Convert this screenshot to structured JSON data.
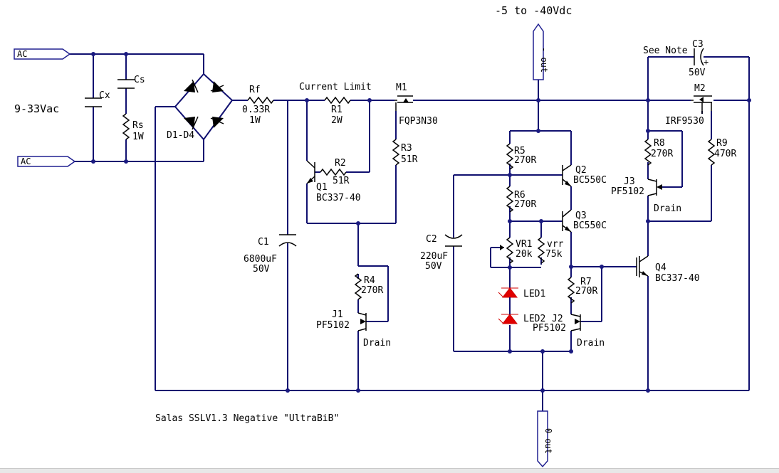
{
  "title": "Salas SSLV1.3 Negative \"UltraBiB\"",
  "supply": {
    "input_voltage": "9-33Vac",
    "output_range": "-5 to -40Vdc",
    "out_minus": "- out",
    "out_zero": "0 out"
  },
  "ports": {
    "ac_top": "AC",
    "ac_bottom": "AC"
  },
  "labels": {
    "current_limit": "Current Limit",
    "see_note": "See Note",
    "drain": "Drain"
  },
  "components": {
    "cx": "Cx",
    "cs": "Cs",
    "rs": "Rs",
    "rs_val": "1W",
    "bridge": "D1-D4",
    "rf": "Rf",
    "rf_val": "0.33R",
    "rf_pow": "1W",
    "c1": "C1",
    "c1_val": "6800uF",
    "c1_volt": "50V",
    "r1": "R1",
    "r1_val": "2W",
    "r2": "R2",
    "r2_val": "51R",
    "q1": "Q1",
    "q1_val": "BC337-40",
    "m1": "M1",
    "m1_val": "FQP3N30",
    "r3": "R3",
    "r3_val": "51R",
    "r4": "R4",
    "r4_val": "270R",
    "j1": "J1",
    "j1_val": "PF5102",
    "c2": "C2",
    "c2_val": "220uF",
    "c2_volt": "50V",
    "r5": "R5",
    "r5_val": "270R",
    "r6": "R6",
    "r6_val": "270R",
    "q2": "Q2",
    "q2_val": "BC550C",
    "q3": "Q3",
    "q3_val": "BC550C",
    "vr1": "VR1",
    "vr1_val": "20k",
    "vrr": "vrr",
    "vrr_val": "75k",
    "led1": "LED1",
    "led2": "LED2",
    "r7": "R7",
    "r7_val": "270R",
    "j2": "J2",
    "j2_val": "PF5102",
    "c3": "C3",
    "c3_volt": "50V",
    "m2": "M2",
    "m2_val": "IRF9530",
    "r8": "R8",
    "r8_val": "270R",
    "r9": "R9",
    "r9_val": "470R",
    "j3": "J3",
    "j3_val": "PF5102",
    "q4": "Q4",
    "q4_val": "BC337-40"
  }
}
